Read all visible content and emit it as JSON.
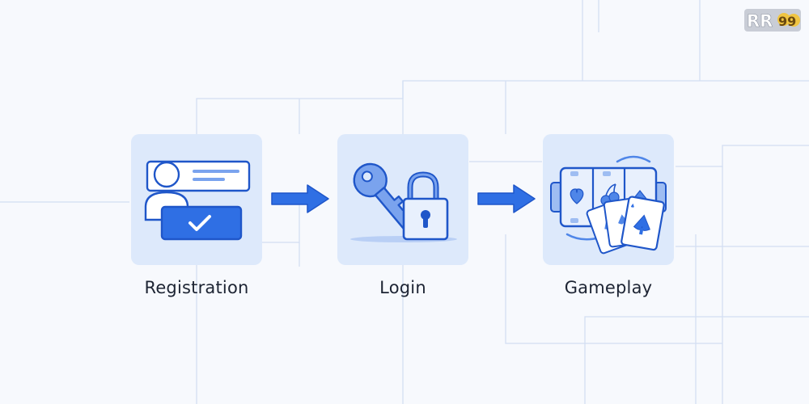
{
  "logo": {
    "text": "RR99"
  },
  "steps": [
    {
      "label": "Registration"
    },
    {
      "label": "Login"
    },
    {
      "label": "Gameplay"
    }
  ],
  "colors": {
    "background": "#f7f9fd",
    "card": "#dde9fb",
    "accent": "#2f6fe4",
    "outline": "#1f56c9",
    "light_fill": "#e8f0fd",
    "text": "#1d2433",
    "grid": "#cfdcf3"
  }
}
